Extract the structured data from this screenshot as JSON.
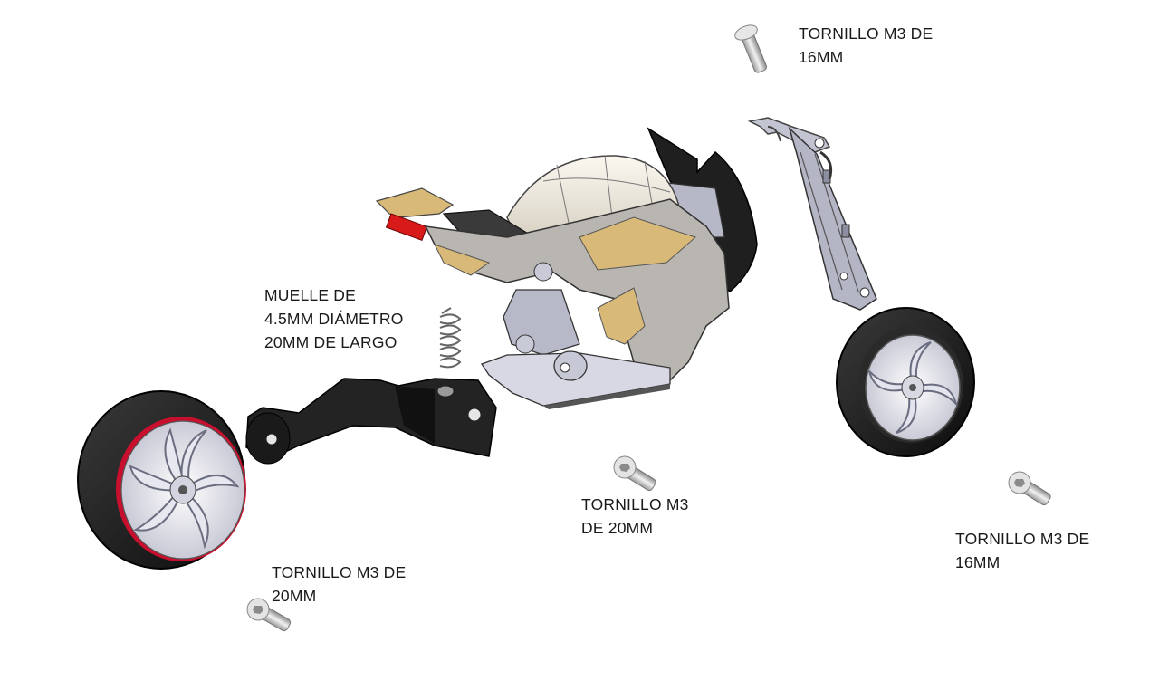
{
  "labels": {
    "screw_top": [
      "TORNILLO M3 DE",
      "16MM"
    ],
    "spring": [
      "MUELLE DE",
      "4.5MM DIÁMETRO",
      "20MM DE LARGO"
    ],
    "screw_middle": [
      "TORNILLO M3",
      "DE 20MM"
    ],
    "screw_right": [
      "TORNILLO M3 DE",
      "16MM"
    ],
    "screw_bottom_left": [
      "TORNILLO M3 DE",
      "20MM"
    ]
  },
  "colors": {
    "tire": "#1c1c1c",
    "rim_red": "#c8102e",
    "body_grey": "#b9b6b2",
    "body_light": "#e8e4dc",
    "accent_gold": "#d9b978",
    "metal": "#b8bac8",
    "tail_light": "#d91a1a",
    "black_part": "#222222"
  },
  "icons": [
    "screw-icon",
    "spring-icon",
    "wheel-icon",
    "swingarm-icon",
    "fork-icon",
    "motorcycle-body-icon"
  ]
}
